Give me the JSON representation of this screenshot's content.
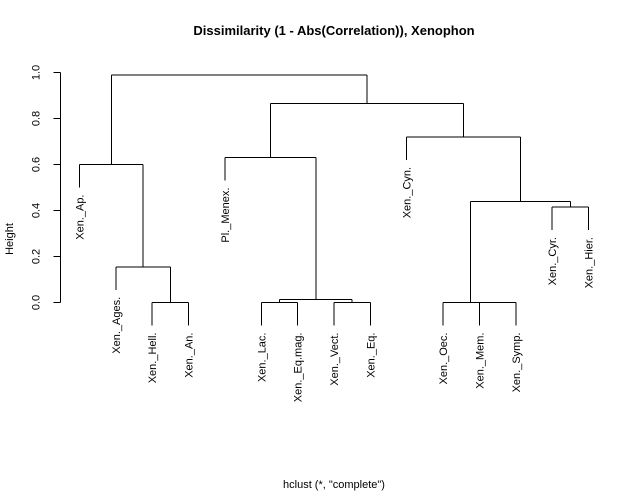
{
  "chart_data": {
    "type": "dendrogram",
    "title": "Dissimilarity (1 - Abs(Correlation)), Xenophon",
    "xlabel": "hclust (*, \"complete\")",
    "ylabel": "Height",
    "ylim": [
      0,
      1
    ],
    "yticks": [
      0.0,
      0.2,
      0.4,
      0.6,
      0.8,
      1.0
    ],
    "ytick_labels": [
      "0.0",
      "0.2",
      "0.4",
      "0.6",
      "0.8",
      "1.0"
    ],
    "leaves": [
      "Xen._Ap.",
      "Xen._Ages.",
      "Xen._Hell.",
      "Xen._An.",
      "Pl._Menex.",
      "Xen._Lac.",
      "Xen._Eq.mag.",
      "Xen._Vect.",
      "Xen._Eq.",
      "Xen._Cyn.",
      "Xen._Oec.",
      "Xen._Mem.",
      "Xen._Symp.",
      "Xen._Cyr.",
      "Xen._Hier."
    ],
    "merges": [
      {
        "left": "Xen._Hell.",
        "right": "Xen._An.",
        "height": 0.0
      },
      {
        "left": "Xen._Ages.",
        "right": "m1",
        "height": 0.155
      },
      {
        "left": "Xen._Ap.",
        "right": "m2",
        "height": 0.6
      },
      {
        "left": "Xen._Lac.",
        "right": "Xen._Eq.mag.",
        "height": 0.0
      },
      {
        "left": "Xen._Vect.",
        "right": "Xen._Eq.",
        "height": 0.0
      },
      {
        "left": "m4",
        "right": "m5",
        "height": 0.013
      },
      {
        "left": "Pl._Menex.",
        "right": "m6",
        "height": 0.63
      },
      {
        "left": "Xen._Mem.",
        "right": "Xen._Symp.",
        "height": 0.0
      },
      {
        "left": "Xen._Oec.",
        "right": "m8",
        "height": 0.0
      },
      {
        "left": "Xen._Cyr.",
        "right": "Xen._Hier.",
        "height": 0.415
      },
      {
        "left": "m9",
        "right": "m10",
        "height": 0.44
      },
      {
        "left": "Xen._Cyn.",
        "right": "m11",
        "height": 0.72
      },
      {
        "left": "m7",
        "right": "m12",
        "height": 0.865
      },
      {
        "left": "m3",
        "right": "m13",
        "height": 0.99
      }
    ]
  }
}
